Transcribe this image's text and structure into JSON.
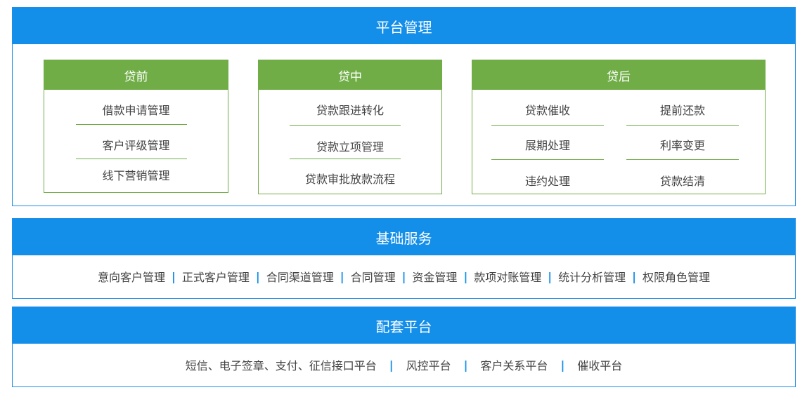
{
  "platform": {
    "title": "平台管理",
    "pre_loan": {
      "title": "贷前",
      "items": [
        "借款申请管理",
        "客户评级管理",
        "线下营销管理"
      ]
    },
    "in_loan": {
      "title": "贷中",
      "items": [
        "贷款跟进转化",
        "贷款立项管理",
        "贷款审批放款流程"
      ]
    },
    "post_loan": {
      "title": "贷后",
      "items": [
        "贷款催收",
        "提前还款",
        "展期处理",
        "利率变更",
        "违约处理",
        "贷款结清"
      ]
    }
  },
  "basic_services": {
    "title": "基础服务",
    "items": [
      "意向客户管理",
      "正式客户管理",
      "合同渠道管理",
      "合同管理",
      "资金管理",
      "款项对账管理",
      "统计分析管理",
      "权限角色管理"
    ],
    "separator": "|"
  },
  "support_platform": {
    "title": "配套平台",
    "items": [
      "短信、电子签章、支付、征信接口平台",
      "风控平台",
      "客户关系平台",
      "催收平台"
    ],
    "separator": "|"
  },
  "colors": {
    "blue": "#138ee9",
    "green": "#70ad47"
  }
}
